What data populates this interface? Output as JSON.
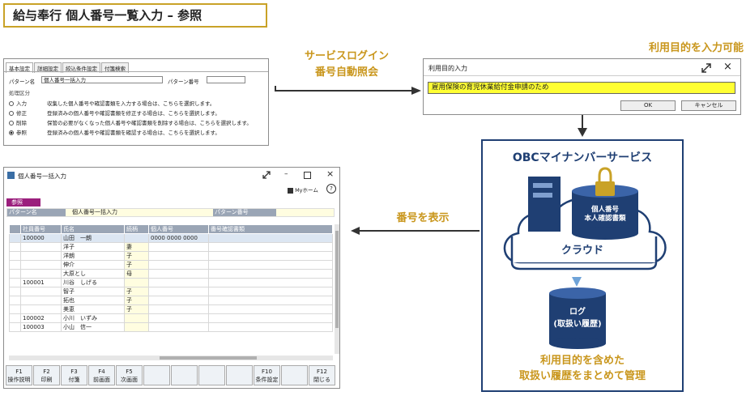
{
  "header": {
    "title": "給与奉行 個人番号一覧入力 – 参照"
  },
  "settings_window": {
    "tabs": [
      "基本設定",
      "詳細設定",
      "絞込条件設定",
      "付箋検索"
    ],
    "pattern_name_label": "パターン名",
    "pattern_name_value": "個人番号一括入力",
    "pattern_no_label": "パターン番号",
    "group_label": "処理区分",
    "options": [
      {
        "label": "入力",
        "desc": "収集した個人番号や確認書類を入力する場合は、こちらを選択します。"
      },
      {
        "label": "修正",
        "desc": "登録済みの個人番号や確認書類を修正する場合は、こちらを選択します。"
      },
      {
        "label": "削除",
        "desc": "保管の必要がなくなった個人番号や確認書類を削除する場合は、こちらを選択します。"
      },
      {
        "label": "参照",
        "desc": "登録済みの個人番号や確認書類を確認する場合は、こちらを選択します。"
      }
    ]
  },
  "callouts": {
    "service_login_1": "サービスログイン",
    "service_login_2": "番号自動照会",
    "purpose_input": "利用目的を入力可能",
    "show_number": "番号を表示",
    "manage_1": "利用目的を含めた",
    "manage_2": "取扱い履歴をまとめて管理"
  },
  "purpose_dialog": {
    "title": "利用目的入力",
    "input_value": "雇用保険の育児休業給付金申請のため",
    "ok_label": "OK",
    "cancel_label": "キャンセル"
  },
  "main_window": {
    "title": "個人番号一括入力",
    "myhome_label": "Myホーム",
    "mode_label": "参照",
    "pattern_name_label": "パターン名",
    "pattern_name_value": "個人番号一括入力",
    "pattern_no_label": "パターン番号",
    "columns": [
      "社員番号",
      "氏名",
      "続柄",
      "個人番号",
      "番号確認書類"
    ],
    "rows": [
      {
        "emp": "100000",
        "name": "山田　一朗",
        "rel": "",
        "num": "0000 0000 0000",
        "sel": true
      },
      {
        "emp": "",
        "name": "洋子",
        "rel": "妻",
        "num": ""
      },
      {
        "emp": "",
        "name": "洋朗",
        "rel": "子",
        "num": ""
      },
      {
        "emp": "",
        "name": "伸介",
        "rel": "子",
        "num": ""
      },
      {
        "emp": "",
        "name": "大原とし",
        "rel": "母",
        "num": ""
      },
      {
        "emp": "100001",
        "name": "川谷　しげる",
        "rel": "",
        "num": ""
      },
      {
        "emp": "",
        "name": "智子",
        "rel": "子",
        "num": ""
      },
      {
        "emp": "",
        "name": "拓也",
        "rel": "子",
        "num": ""
      },
      {
        "emp": "",
        "name": "美恵",
        "rel": "子",
        "num": ""
      },
      {
        "emp": "100002",
        "name": "小川　いずみ",
        "rel": "",
        "num": ""
      },
      {
        "emp": "100003",
        "name": "小山　信一",
        "rel": "",
        "num": ""
      }
    ],
    "fkeys": [
      {
        "key": "F1",
        "label": "操作説明"
      },
      {
        "key": "F2",
        "label": "印刷"
      },
      {
        "key": "F3",
        "label": "付箋"
      },
      {
        "key": "F4",
        "label": "前画面"
      },
      {
        "key": "F5",
        "label": "次画面"
      },
      {
        "key": "",
        "label": ""
      },
      {
        "key": "",
        "label": ""
      },
      {
        "key": "",
        "label": ""
      },
      {
        "key": "",
        "label": ""
      },
      {
        "key": "F10",
        "label": "条件設定"
      },
      {
        "key": "",
        "label": ""
      },
      {
        "key": "F12",
        "label": "閉じる"
      }
    ]
  },
  "obc_panel": {
    "title": "OBCマイナンバーサービス",
    "db_label_1": "個人番号",
    "db_label_2": "本人確認書類",
    "cloud_label": "クラウド",
    "log_label_1": "ログ",
    "log_label_2": "(取扱い履歴)"
  },
  "colors": {
    "gold": "#c9a227",
    "navy": "#1f3f73",
    "yellow": "#ffff33"
  }
}
